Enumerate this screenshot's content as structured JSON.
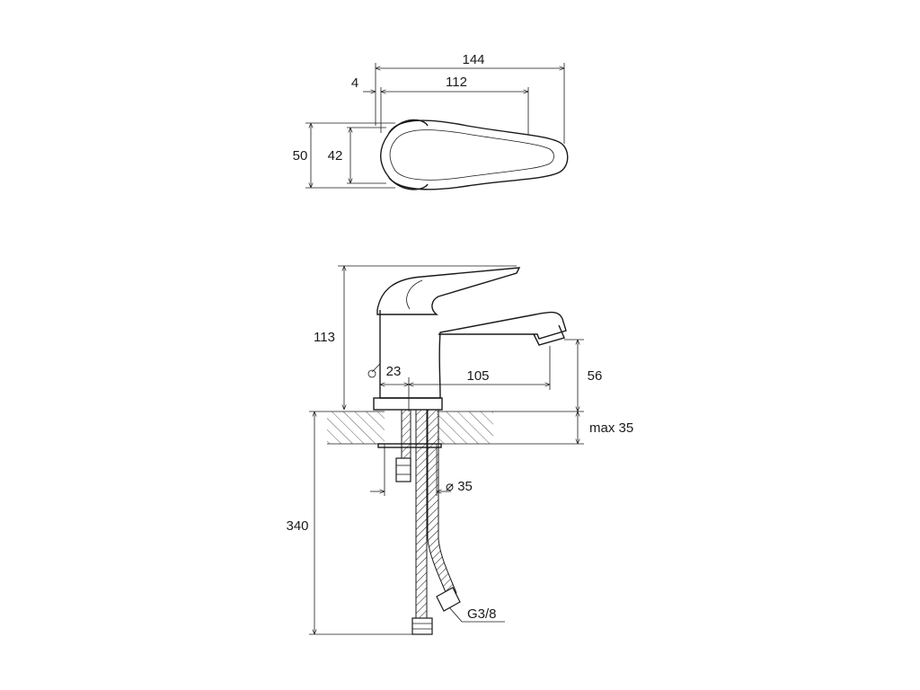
{
  "top_view": {
    "dim_overall_length": "144",
    "dim_offset": "4",
    "dim_handle_length": "112",
    "dim_overall_width": "50",
    "dim_handle_width": "42"
  },
  "side_view": {
    "dim_height": "113",
    "dim_body_diameter": "23",
    "dim_spout_reach": "105",
    "dim_spout_height": "56",
    "dim_counter_thickness": "max 35",
    "dim_hole_diameter": "⌀ 35",
    "dim_hose_length": "340",
    "dim_connection_thread": "G3/8"
  }
}
